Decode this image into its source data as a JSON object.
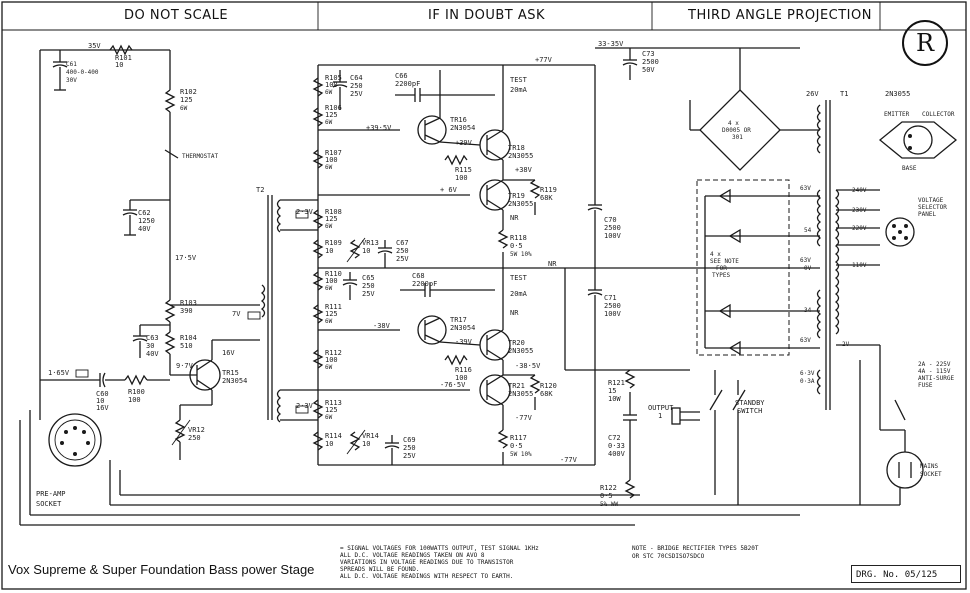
{
  "header": {
    "left": "DO NOT SCALE",
    "center": "IF IN DOUBT ASK",
    "right": "THIRD ANGLE PROJECTION"
  },
  "logo_text": "R",
  "caption": "Vox Supreme & Super Foundation Bass power Stage",
  "drawing_number": "DRG. No. 05/125",
  "notes": [
    "= SIGNAL VOLTAGES FOR 100WATTS OUTPUT, TEST SIGNAL 1KHz",
    "ALL D.C. VOLTAGE READINGS TAKEN ON AVO 8",
    "VARIATIONS IN VOLTAGE READINGS DUE TO TRANSISTOR",
    "SPREADS WILL BE FOUND.",
    "ALL D.C. VOLTAGE READINGS WITH RESPECT TO EARTH."
  ],
  "bridge_note": [
    "NOTE - BRIDGE RECTIFIER TYPES 5B20T",
    "OR STC 70CSDISO7SDCO"
  ],
  "components": {
    "c61": [
      "C61",
      "400-0-400",
      "30V"
    ],
    "r101": [
      "R101",
      "10"
    ],
    "r102": [
      "R102",
      "125",
      "6W"
    ],
    "thermostat": "THERMOSTAT",
    "c62": [
      "C62",
      "1250",
      "40V"
    ],
    "v17": "17·5V",
    "r103": [
      "R103",
      "390"
    ],
    "c63": [
      "C63",
      "30",
      "40V"
    ],
    "r104": [
      "R104",
      "510"
    ],
    "tr15": [
      "TR15",
      "2N3054"
    ],
    "vr12": [
      "VR12",
      "250"
    ],
    "c60": [
      "C60",
      "10",
      "16V"
    ],
    "r100": [
      "R100",
      "100"
    ],
    "sig_in": "1·65V",
    "preamp": [
      "PRE-AMP",
      "SOCKET"
    ],
    "t2": "T2",
    "r105": [
      "R105",
      "100",
      "6W"
    ],
    "c64": [
      "C64",
      "250",
      "25V"
    ],
    "c66": [
      "C66",
      "2200pF"
    ],
    "r106": [
      "R106",
      "125",
      "6W"
    ],
    "tr16": [
      "TR16",
      "2N3054"
    ],
    "tr18": [
      "TR18",
      "2N3055"
    ],
    "r107": [
      "R107",
      "100",
      "6W"
    ],
    "r115": [
      "R115",
      "100"
    ],
    "tr19": [
      "TR19",
      "2N3055"
    ],
    "r119": [
      "R119",
      "68K"
    ],
    "r108": [
      "R108",
      "125",
      "6W"
    ],
    "r109": [
      "R109",
      "10"
    ],
    "vr13": [
      "VR13",
      "10"
    ],
    "c67": [
      "C67",
      "250",
      "25V"
    ],
    "r118": [
      "R118",
      "0·5",
      "5W 10%"
    ],
    "r110": [
      "R110",
      "100",
      "6W"
    ],
    "c65": [
      "C65",
      "250",
      "25V"
    ],
    "c68": [
      "C68",
      "2200pF"
    ],
    "r111": [
      "R111",
      "125",
      "6W"
    ],
    "tr17": [
      "TR17",
      "2N3054"
    ],
    "tr20": [
      "TR20",
      "2N3055"
    ],
    "r112": [
      "R112",
      "100",
      "6W"
    ],
    "r116": [
      "R116",
      "100"
    ],
    "tr21": [
      "TR21",
      "2N3055"
    ],
    "r120": [
      "R120",
      "68K"
    ],
    "r113": [
      "R113",
      "125",
      "6W"
    ],
    "r114": [
      "R114",
      "10"
    ],
    "vr14": [
      "VR14",
      "10"
    ],
    "c69": [
      "C69",
      "250",
      "25V"
    ],
    "r117": [
      "R117",
      "0·5",
      "5W 10%"
    ],
    "c70": [
      "C70",
      "2500",
      "100V"
    ],
    "c71": [
      "C71",
      "2500",
      "100V"
    ],
    "c72": [
      "C72",
      "0·33",
      "400V"
    ],
    "r121": [
      "R121",
      "15",
      "10W"
    ],
    "r122": [
      "R122",
      "0·5",
      "5% WW"
    ],
    "c73": [
      "C73",
      "2500",
      "50V"
    ],
    "bridge": [
      "4 x",
      "D0005 OR",
      "301"
    ],
    "diodes": [
      "4 x",
      "SEE NOTE",
      "FOR",
      "TYPES"
    ],
    "t1": "T1",
    "output": [
      "OUTPUT",
      "1"
    ],
    "standby": [
      "STANDBY",
      "SWITCH"
    ],
    "transistor_title": "2N3055",
    "emitter": "EMITTER",
    "collector": "COLLECTOR",
    "base": "BASE",
    "selector": [
      "VOLTAGE",
      "SELECTOR",
      "PANEL"
    ],
    "mains_socket": [
      "MAINS",
      "SOCKET"
    ],
    "mains_taps": [
      "240V",
      "230V",
      "220V",
      "110V"
    ],
    "fuse_note": [
      "2A - 225V",
      "4A - 115V",
      "ANTI-SURGE",
      "FUSE"
    ],
    "test1": [
      "TEST",
      "20mA"
    ],
    "test2": [
      "TEST",
      "20mA"
    ],
    "nr": "NR",
    "plus77": "+77V",
    "minus77": "-77V",
    "v35": "35V",
    "v3335": "33-35V",
    "v16": "16V",
    "v97": "9·7V",
    "v7": "7V",
    "v23": "2·3V",
    "v26": "26V",
    "tr_volts": [
      "+39·5V",
      "+39V",
      "+38V",
      "+ 6V",
      "-38V",
      "-39V",
      "-38·5V",
      "-76·5V",
      "-77V"
    ],
    "sec_volts": [
      "63V",
      "54",
      "63V",
      "0V",
      "34",
      "63V",
      "2V",
      "6·3V",
      "0·3A"
    ]
  }
}
